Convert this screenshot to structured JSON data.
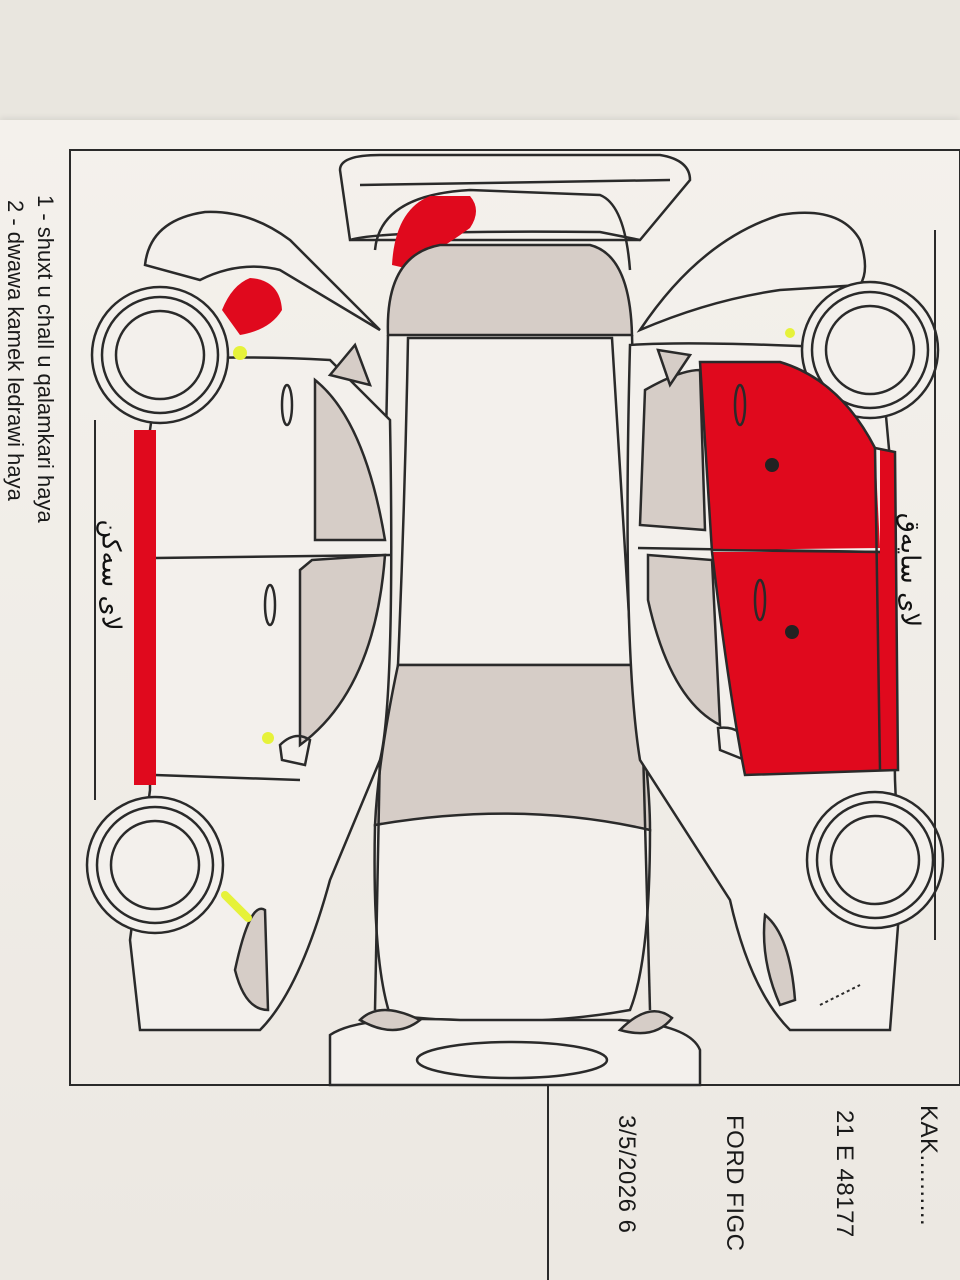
{
  "legend": {
    "line1": "1 - shuxt u chall u qalamkari haya",
    "line2": "2 - dwawa kamek ledrawi haya"
  },
  "side_labels": {
    "driver_side": "لای سایەق",
    "passenger_side": "لای سەکن"
  },
  "info": {
    "code": "KAK..........",
    "plate": "21 E 48177",
    "model": "FORD FIGC",
    "date": "3/5/2026   6"
  },
  "colors": {
    "damage": "#e0091d",
    "outline": "#2a2a2a",
    "glass": "#d6cdc7",
    "marker": "#e6f23a"
  }
}
